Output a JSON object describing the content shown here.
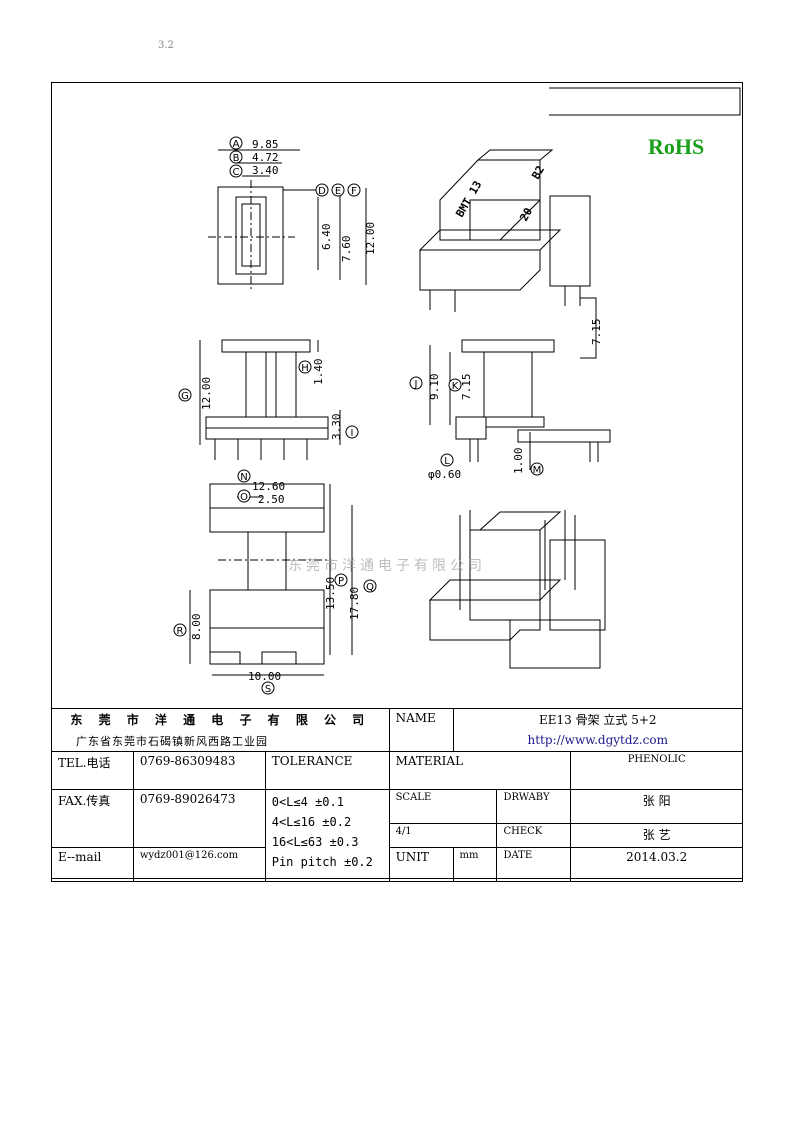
{
  "header_mark": "3.2",
  "rohs": "RoHS",
  "watermark": "东莞市洋通电子有限公司",
  "bobbin_marking": {
    "left": "BMT 13",
    "right": "B2",
    "number": "20"
  },
  "dimensions": {
    "a_width": "9.85",
    "b_width": "4.72",
    "c_width": "3.40",
    "d_height": "6.40",
    "e_height": "7.60",
    "f_height": "12.00",
    "g_height": "12.00",
    "h_flange": "1.40",
    "i_pin": "3.30",
    "j_height": "9.10",
    "k_height": "7.15",
    "top_right": "7.15",
    "l_pin_dia": "φ0.60",
    "m_pin": "1.00",
    "n_width": "12.60",
    "o_pitch": "2.50",
    "p_height": "13.50",
    "q_height": "17.80",
    "r_height": "8.00",
    "s_width": "10.00"
  },
  "letters": [
    "A",
    "B",
    "C",
    "D",
    "E",
    "F",
    "G",
    "H",
    "I",
    "J",
    "K",
    "L",
    "M",
    "N",
    "O",
    "P",
    "Q",
    "R",
    "S"
  ],
  "title_block": {
    "company": "东 莞 市 洋 通 电 子 有 限 公 司",
    "address": "广东省东莞市石碣镇新风西路工业园",
    "name_label": "NAME",
    "name_value": "EE13 骨架 立式 5+2",
    "url": "http://www.dgytdz.com",
    "tel_label": "TEL.电话",
    "tel_value": "0769-86309483",
    "tolerance_label": "TOLERANCE",
    "material_label": "MATERIAL",
    "material_value": "PHENOLIC",
    "fax_label": "FAX.传真",
    "fax_value": "0769-89026473",
    "tol_1": "0<L≤4  ±0.1",
    "tol_2": "4<L≤16 ±0.2",
    "tol_3": "16<L≤63 ±0.3",
    "tol_4": "Pin pitch ±0.2",
    "scale_label": "SCALE",
    "drawby_label": "DRWABY",
    "drawby_value": "张 阳",
    "scale_value": "4/1",
    "check_label": "CHECK",
    "check_value": "张 艺",
    "email_label": "E--mail",
    "email_value": "wydz001@126.com",
    "unit_label": "UNIT",
    "unit_value": "mm",
    "date_label": "DATE",
    "date_value": "2014.03.2"
  }
}
